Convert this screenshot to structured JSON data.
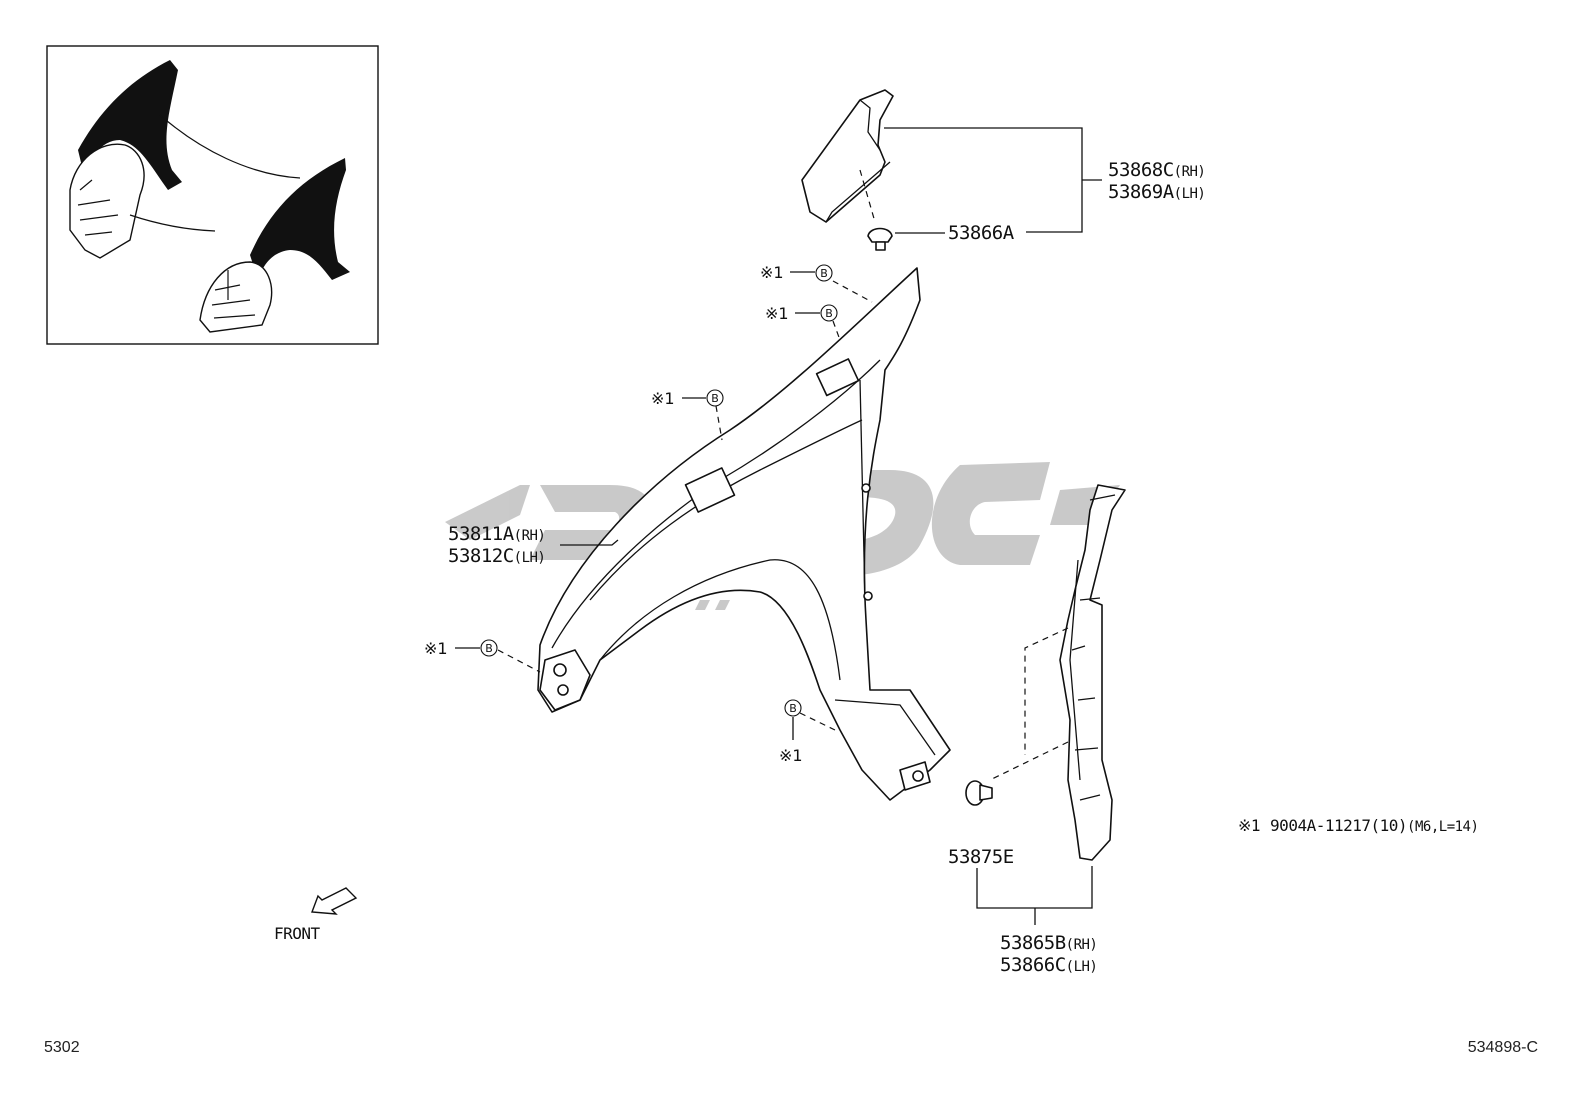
{
  "colors": {
    "ink": "#111111",
    "watermark": "#c4c4c4",
    "background": "#ffffff"
  },
  "parts": {
    "upper_cover_rh": "53868C",
    "upper_cover_rh_side": "(RH)",
    "upper_cover_lh": "53869A",
    "upper_cover_lh_side": "(LH)",
    "clip_upper": "53866A",
    "fender_rh": "53811A",
    "fender_rh_side": "(RH)",
    "fender_lh": "53812C",
    "fender_lh_side": "(LH)",
    "clip_lower": "53875E",
    "protector_rh": "53865B",
    "protector_rh_side": "(RH)",
    "protector_lh": "53866C",
    "protector_lh_side": "(LH)"
  },
  "fastener_marks": [
    "※1",
    "※1",
    "※1",
    "※1",
    "※1"
  ],
  "bolt_symbol": "B",
  "legend": {
    "mark": "※1",
    "part_no": "9004A-11217(10)",
    "spec": "(M6,L=14)"
  },
  "front_label": "FRONT",
  "page_code": "5302",
  "diagram_code": "534898-C"
}
